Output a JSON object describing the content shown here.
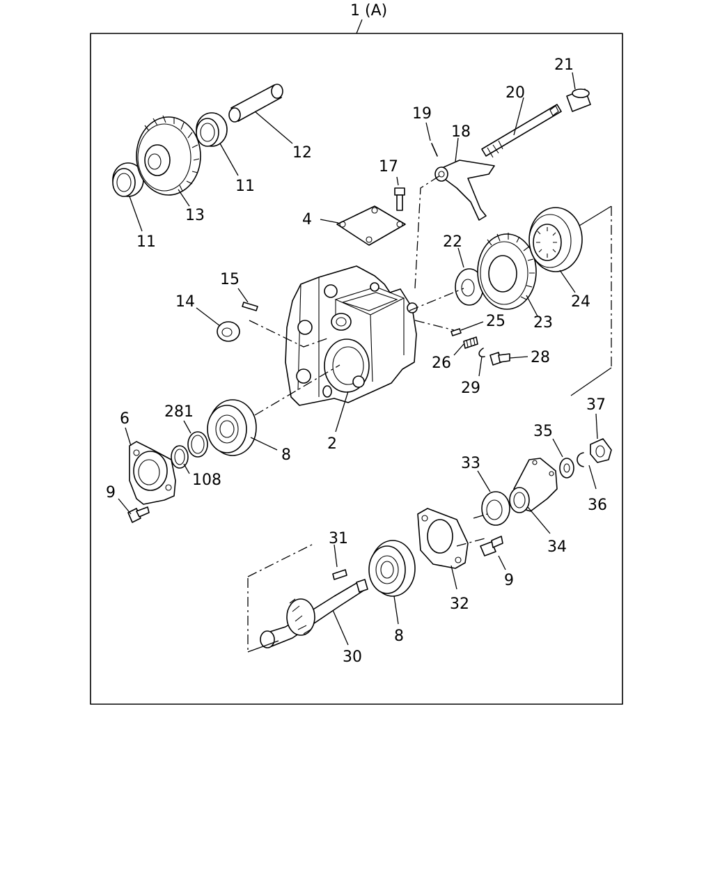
{
  "diagram": {
    "assembly_label": "1 (A)",
    "callouts": {
      "c2": "2",
      "c4": "4",
      "c6": "6",
      "c8a": "8",
      "c8b": "8",
      "c9a": "9",
      "c9b": "9",
      "c11a": "11",
      "c11b": "11",
      "c12": "12",
      "c13": "13",
      "c14": "14",
      "c15": "15",
      "c17": "17",
      "c18": "18",
      "c19": "19",
      "c20": "20",
      "c21": "21",
      "c22": "22",
      "c23": "23",
      "c24": "24",
      "c25": "25",
      "c26": "26",
      "c28": "28",
      "c29": "29",
      "c30": "30",
      "c31": "31",
      "c32": "32",
      "c33": "33",
      "c34": "34",
      "c35": "35",
      "c36": "36",
      "c37": "37",
      "c108": "108",
      "c281": "281"
    }
  }
}
